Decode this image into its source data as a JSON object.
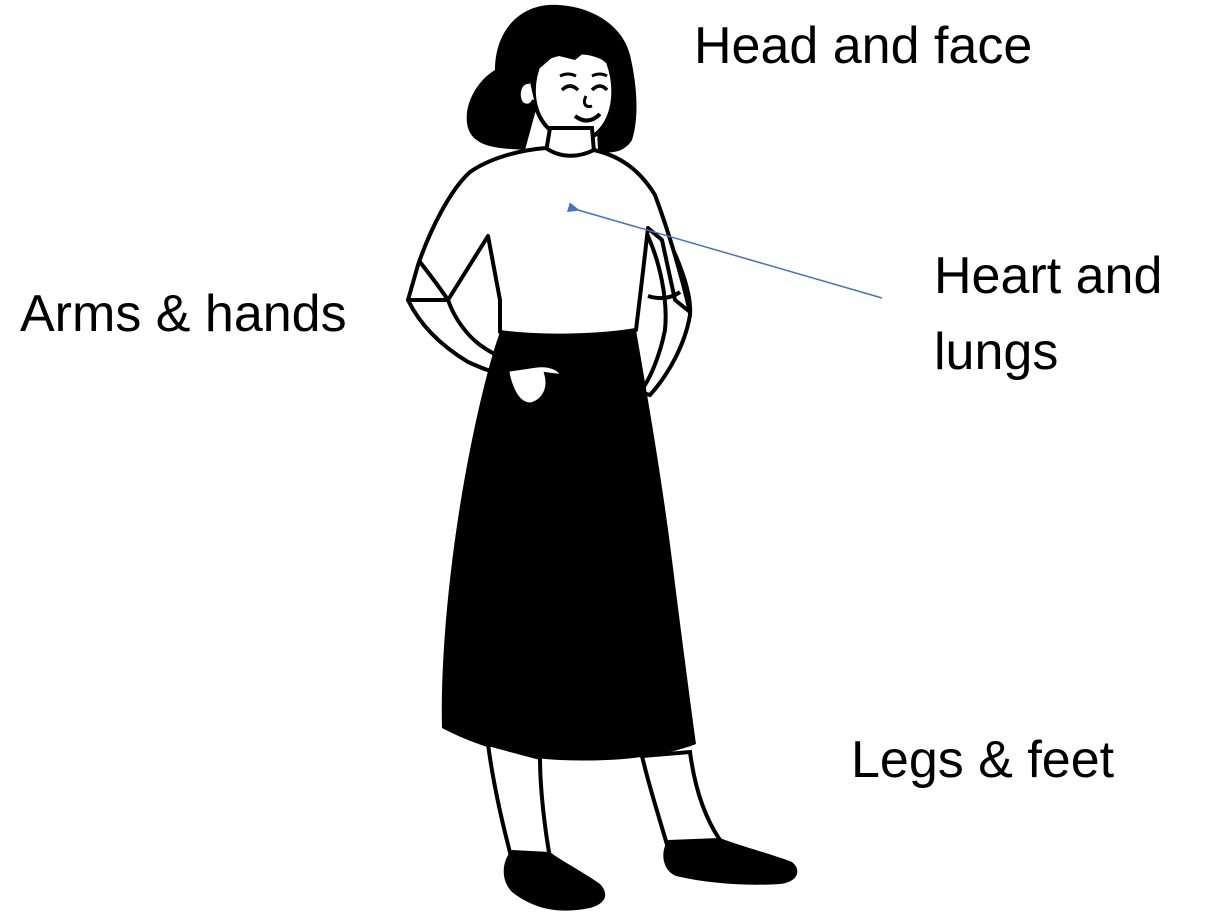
{
  "labels": {
    "head": "Head and face",
    "arms": "Arms & hands",
    "heart_line1": "Heart and",
    "heart_line2": "lungs",
    "legs": "Legs & feet"
  },
  "colors": {
    "ink": "#000000",
    "background": "#ffffff",
    "arrow": "#4472c4"
  }
}
